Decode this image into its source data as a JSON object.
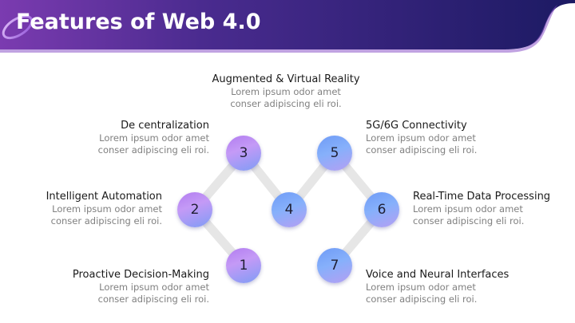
{
  "title": "Features of Web 4.0",
  "colors": {
    "header_dark": "#1c1a63",
    "header_light": "#7b3bb0",
    "connector": "#e6e6e6",
    "title_text": "#ffffff"
  },
  "nodes": [
    {
      "number": "1",
      "title": "Proactive Decision-Making",
      "desc1": "Lorem ipsum odor amet",
      "desc2": "conser adipiscing eli roi."
    },
    {
      "number": "2",
      "title": "Intelligent Automation",
      "desc1": "Lorem ipsum odor amet",
      "desc2": "conser adipiscing eli roi."
    },
    {
      "number": "3",
      "title": "De  centralization",
      "desc1": "Lorem ipsum odor amet",
      "desc2": "conser adipiscing eli roi."
    },
    {
      "number": "4",
      "title": "Augmented & Virtual Reality",
      "desc1": "Lorem ipsum odor amet",
      "desc2": "conser adipiscing eli roi."
    },
    {
      "number": "5",
      "title": "5G/6G Connectivity",
      "desc1": "Lorem ipsum odor amet",
      "desc2": "conser adipiscing eli roi."
    },
    {
      "number": "6",
      "title": "Real-Time Data Processing",
      "desc1": "Lorem ipsum odor amet",
      "desc2": "conser adipiscing eli roi."
    },
    {
      "number": "7",
      "title": "Voice and Neural Interfaces",
      "desc1": "Lorem ipsum odor amet",
      "desc2": "conser adipiscing eli roi."
    }
  ]
}
